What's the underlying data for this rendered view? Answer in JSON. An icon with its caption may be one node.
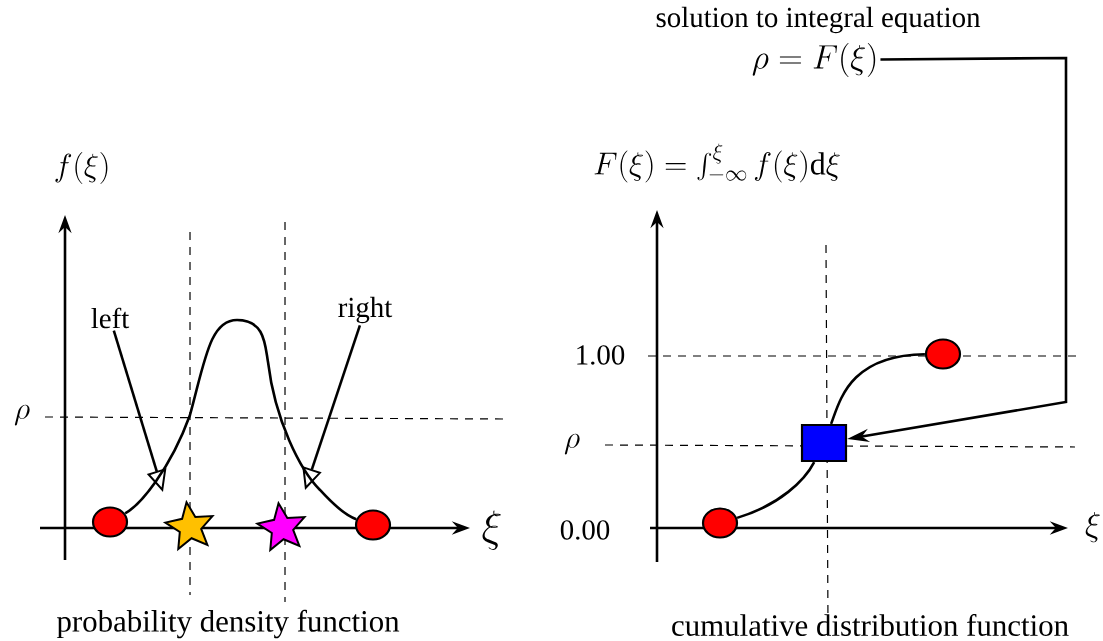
{
  "diagram": {
    "nodes": [
      {
        "text": [
          "left"
        ]
      },
      {
        "text": [
          "right"
        ]
      },
      {
        "text": [
          "\\rho = F(\\xi)"
        ]
      },
      {
        "text": [],
        "shape": "box"
      },
      {
        "text": [],
        "shape": "circle"
      },
      {
        "text": [],
        "shape": "circle"
      },
      {
        "text": [],
        "shape": "circle"
      },
      {
        "text": [],
        "shape": "circle"
      }
    ],
    "edges": [
      {
        "from": 0,
        "to": null,
        "arrow": "to"
      },
      {
        "from": 1,
        "to": null,
        "arrow": "to"
      },
      {
        "from": 2,
        "to": 3,
        "arrow": "to"
      },
      {
        "from": 4,
        "to": 5,
        "arrow": "none"
      },
      {
        "from": 6,
        "to": 3,
        "arrow": "none"
      },
      {
        "from": 3,
        "to": 7,
        "arrow": "none"
      }
    ],
    "labels": [
      "solution to integral equation",
      "F(\\xi) = \\int_{-\\infty}^{\\xi} f(\\xi)\\mathrm{d}\\xi",
      "f(\\xi)",
      "\\rho",
      "\\xi",
      "probability density function",
      "1.00",
      "\\rho",
      "0.00",
      "\\xi",
      "cumulative distribution function"
    ]
  }
}
